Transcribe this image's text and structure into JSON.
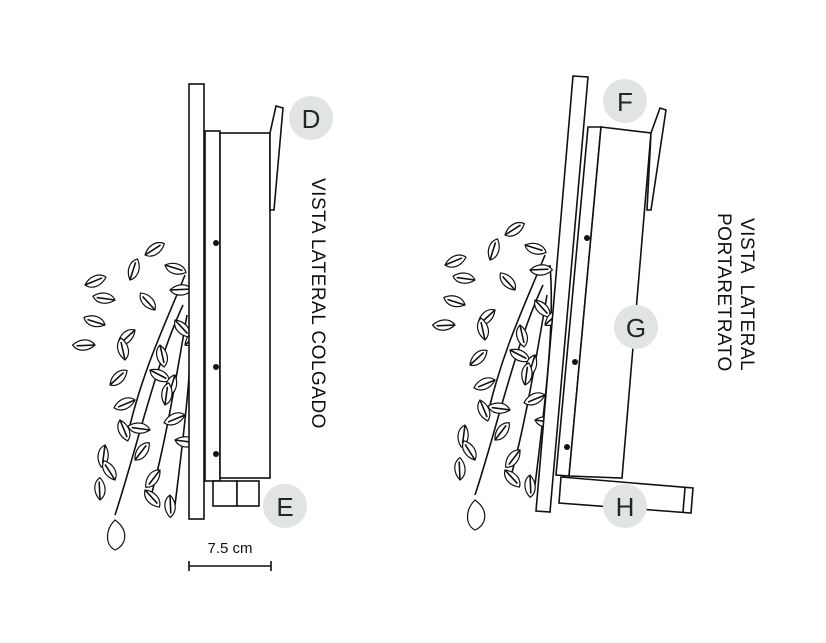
{
  "views": {
    "left": {
      "title": "VISTA LATERAL COLGADO",
      "width_label": "7.5 cm"
    },
    "right": {
      "title_line1": "VISTA  LATERAL",
      "title_line2": "PORTARETRATO"
    }
  },
  "callouts": [
    "D",
    "E",
    "F",
    "G",
    "H"
  ],
  "colors": {
    "callout_fill": "#e2e4e3",
    "callout_text": "#1b2a24",
    "line": "#111111"
  }
}
